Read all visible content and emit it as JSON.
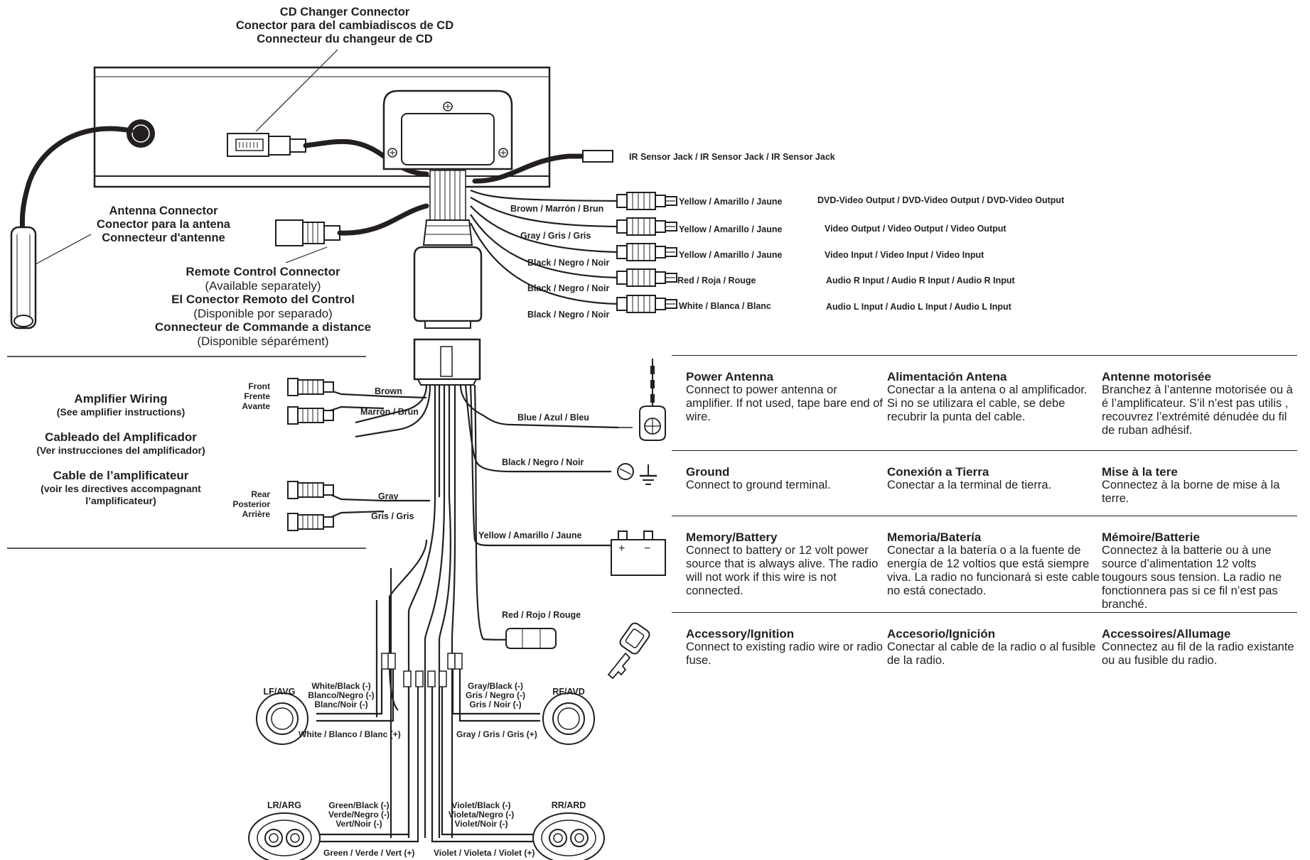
{
  "top_callouts": {
    "cd_changer": [
      "CD Changer Connector",
      "Conector para del cambiadiscos de CD",
      "Connecteur du changeur de CD"
    ],
    "antenna": [
      "Antenna Connector",
      "Conector para la antena",
      "Connecteur d'antenne"
    ],
    "remote": {
      "lines": [
        "Remote Control Connector",
        "(Available separately)",
        "El Conector Remoto del Control",
        "(Disponible por separado)",
        "Connecteur de Commande a distance",
        "(Disponible séparément)"
      ]
    },
    "ir_sensor": "IR Sensor Jack / IR Sensor Jack / IR Sensor Jack"
  },
  "rca_outputs": [
    {
      "wire": "Brown / Marrón / Brun",
      "plug": "Yellow / Amarillo / Jaune",
      "function": "DVD-Video Output / DVD-Video Output / DVD-Video Output"
    },
    {
      "wire": "Gray / Gris / Gris",
      "plug": "Yellow / Amarillo / Jaune",
      "function": "Video Output / Video Output / Video Output"
    },
    {
      "wire": "Black / Negro / Noir",
      "plug": "Yellow / Amarillo / Jaune",
      "function": "Video Input / Video Input / Video Input"
    },
    {
      "wire": "Black / Negro / Noir",
      "plug": "Red / Roja / Rouge",
      "function": "Audio R Input / Audio R Input / Audio R Input"
    },
    {
      "wire": "Black / Negro / Noir",
      "plug": "White / Blanca / Blanc",
      "function": "Audio L Input / Audio L Input / Audio L Input"
    }
  ],
  "amplifier": {
    "blocks": [
      {
        "title": "Amplifier Wiring",
        "sub": [
          "(See amplifier instructions)"
        ]
      },
      {
        "title": "Cableado del Amplificador",
        "sub": [
          "(Ver instrucciones del amplificador)"
        ]
      },
      {
        "title": "Cable de l’amplificateur",
        "sub": [
          "(voir les directives accompagnant",
          "l’amplificateur)"
        ]
      }
    ],
    "front": {
      "label": [
        "Front",
        "Frente",
        "Avante"
      ],
      "wire_top": "Brown",
      "wire_bottom": "Marrón / Brun"
    },
    "rear": {
      "label": [
        "Rear",
        "Posterior",
        "Arrière"
      ],
      "wire_top": "Gray",
      "wire_bottom": "Gris / Gris"
    }
  },
  "harness_wires": {
    "blue": "Blue / Azul / Bleu",
    "black": "Black / Negro / Noir",
    "yellow": "Yellow / Amarillo / Jaune",
    "red": "Red / Rojo / Rouge",
    "battery_plus": "+",
    "battery_minus": "−"
  },
  "table": [
    {
      "en": {
        "title": "Power Antenna",
        "text": "Connect to power antenna or amplifier. If not used, tape bare end of wire."
      },
      "es": {
        "title": "Alimentación Antena",
        "text": "Conectar a la antena o al amplificador. Si no se utilizara el cable, se debe recubrir la punta del cable."
      },
      "fr": {
        "title": "Antenne motorisée",
        "text": "Branchez à l’antenne motorisée ou à é l’amplificateur. S’il n’est pas utilis , recouvrez l’extrémité dénudée du fil de ruban adhésif."
      }
    },
    {
      "en": {
        "title": "Ground",
        "text": "Connect to ground terminal."
      },
      "es": {
        "title": "Conexión a Tierra",
        "text": "Conectar a la terminal de tierra."
      },
      "fr": {
        "title": "Mise à la tere",
        "text": "Connectez à la borne de mise à la terre."
      }
    },
    {
      "en": {
        "title": "Memory/Battery",
        "text": "Connect to battery or 12 volt power source that is always alive. The radio will not work if this wire is not connected."
      },
      "es": {
        "title": "Memoria/Batería",
        "text": "Conectar a la batería o a la fuente de energía de 12 voltios que está siempre viva. La radio no funcionará si este cable no está conectado."
      },
      "fr": {
        "title": "Mémoire/Batterie",
        "text": "Connectez à la batterie ou à une source d’alimentation 12 volts tougours sous tension. La radio ne fonctionnera pas si ce fil n’est pas branché."
      }
    },
    {
      "en": {
        "title": "Accessory/Ignition",
        "text": "Connect to existing radio wire or radio fuse."
      },
      "es": {
        "title": "Accesorio/Ignición",
        "text": "Conectar al cable de la radio o al fusible de la radio."
      },
      "fr": {
        "title": "Accessoires/Allumage",
        "text": "Connectez au fil de la radio existante ou au fusible du radio."
      }
    }
  ],
  "speakers": {
    "lf": {
      "name": "LF/AVG",
      "neg": [
        "White/Black (-)",
        "Blanco/Negro (-)",
        "Blanc/Noir (-)"
      ],
      "pos": "White / Blanco / Blanc (+)"
    },
    "rf": {
      "name": "RF/AVD",
      "neg": [
        "Gray/Black (-)",
        "Gris / Negro (-)",
        "Gris / Noir (-)"
      ],
      "pos": "Gray / Gris / Gris (+)"
    },
    "lr": {
      "name": "LR/ARG",
      "neg": [
        "Green/Black (-)",
        "Verde/Negro (-)",
        "Vert/Noir (-)"
      ],
      "pos": "Green / Verde / Vert (+)"
    },
    "rr": {
      "name": "RR/ARD",
      "neg": [
        "Violet/Black (-)",
        "Violeta/Negro (-)",
        "Violet/Noir (-)"
      ],
      "pos": "Violet / Violeta / Violet (+)"
    }
  }
}
